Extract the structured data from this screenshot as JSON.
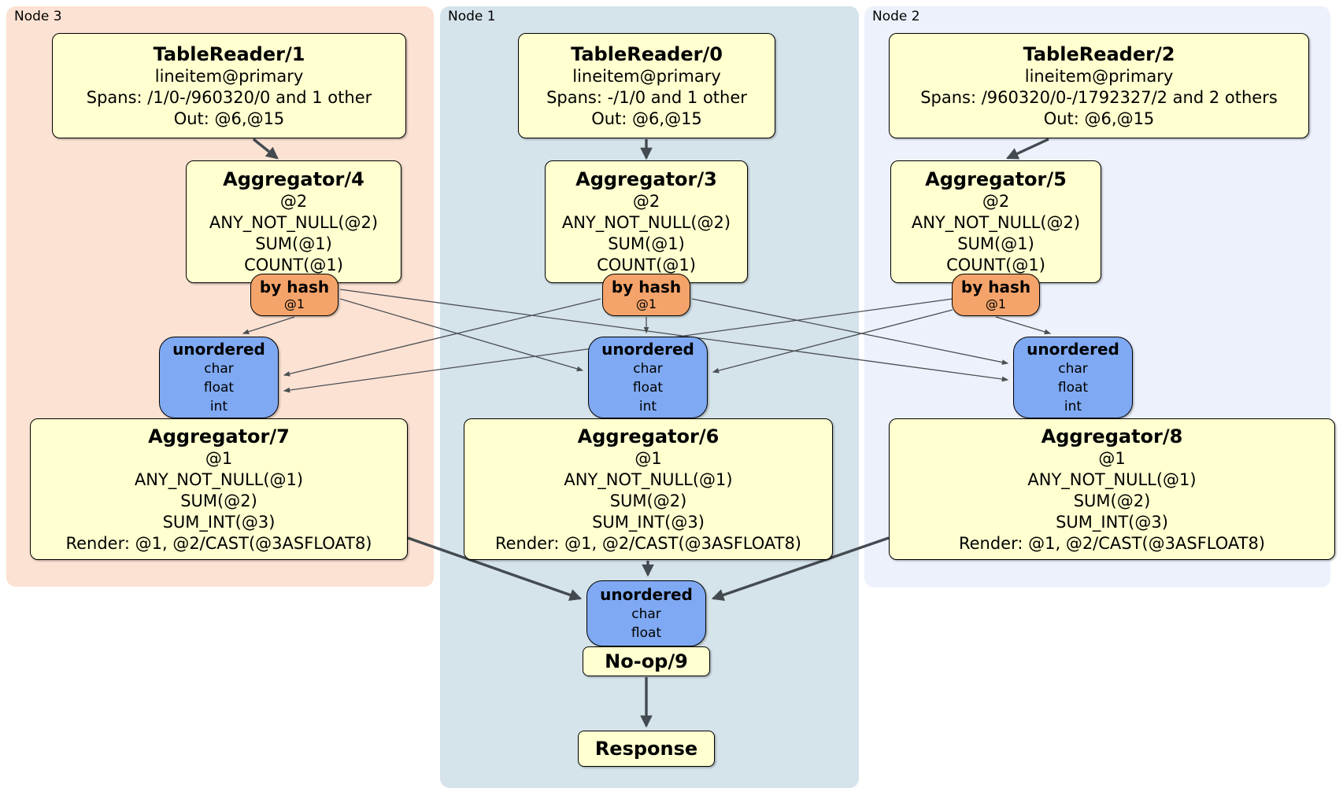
{
  "diagram": {
    "kind": "distributed-sql-plan",
    "colors": {
      "node3_bg": "#fce2d3",
      "node1_bg": "#d5e3ea",
      "node2_bg": "#edf1fb",
      "processor_bg": "#ffffd0",
      "router_bg": "#f4a46a",
      "sync_bg": "#7fa9f2",
      "edge": "#444b50"
    },
    "regions": {
      "node3": {
        "label": "Node 3"
      },
      "node1": {
        "label": "Node 1"
      },
      "node2": {
        "label": "Node 2"
      }
    },
    "processors": {
      "tr1": {
        "title": "TableReader/1",
        "lines": [
          "lineitem@primary",
          "Spans: /1/0-/960320/0 and 1 other",
          "Out: @6,@15"
        ]
      },
      "tr0": {
        "title": "TableReader/0",
        "lines": [
          "lineitem@primary",
          "Spans: -/1/0 and 1 other",
          "Out: @6,@15"
        ]
      },
      "tr2": {
        "title": "TableReader/2",
        "lines": [
          "lineitem@primary",
          "Spans: /960320/0-/1792327/2 and 2 others",
          "Out: @6,@15"
        ]
      },
      "agg4": {
        "title": "Aggregator/4",
        "lines": [
          "@2",
          "ANY_NOT_NULL(@2)",
          "SUM(@1)",
          "COUNT(@1)"
        ]
      },
      "agg3": {
        "title": "Aggregator/3",
        "lines": [
          "@2",
          "ANY_NOT_NULL(@2)",
          "SUM(@1)",
          "COUNT(@1)"
        ]
      },
      "agg5": {
        "title": "Aggregator/5",
        "lines": [
          "@2",
          "ANY_NOT_NULL(@2)",
          "SUM(@1)",
          "COUNT(@1)"
        ]
      },
      "agg7": {
        "title": "Aggregator/7",
        "lines": [
          "@1",
          "ANY_NOT_NULL(@1)",
          "SUM(@2)",
          "SUM_INT(@3)",
          "Render: @1, @2/CAST(@3ASFLOAT8)"
        ]
      },
      "agg6": {
        "title": "Aggregator/6",
        "lines": [
          "@1",
          "ANY_NOT_NULL(@1)",
          "SUM(@2)",
          "SUM_INT(@3)",
          "Render: @1, @2/CAST(@3ASFLOAT8)"
        ]
      },
      "agg8": {
        "title": "Aggregator/8",
        "lines": [
          "@1",
          "ANY_NOT_NULL(@1)",
          "SUM(@2)",
          "SUM_INT(@3)",
          "Render: @1, @2/CAST(@3ASFLOAT8)"
        ]
      },
      "noop": {
        "title": "No-op/9"
      },
      "response": {
        "title": "Response"
      }
    },
    "routers": {
      "hash4": {
        "title": "by hash",
        "lines": [
          "@1"
        ]
      },
      "hash3": {
        "title": "by hash",
        "lines": [
          "@1"
        ]
      },
      "hash5": {
        "title": "by hash",
        "lines": [
          "@1"
        ]
      }
    },
    "syncs": {
      "unordered3": {
        "title": "unordered",
        "lines": [
          "char",
          "float",
          "int"
        ]
      },
      "unordered1": {
        "title": "unordered",
        "lines": [
          "char",
          "float",
          "int"
        ]
      },
      "unordered2": {
        "title": "unordered",
        "lines": [
          "char",
          "float",
          "int"
        ]
      },
      "unorderedFinal": {
        "title": "unordered",
        "lines": [
          "char",
          "float"
        ]
      }
    }
  }
}
